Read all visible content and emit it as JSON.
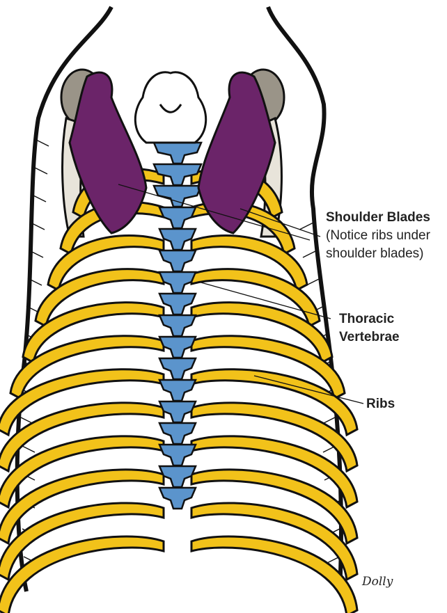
{
  "labels": {
    "shoulder_title": "Shoulder Blades",
    "shoulder_note_line1": "(Notice ribs under",
    "shoulder_note_line2": "shoulder blades)",
    "thoracic_line1": "Thoracic",
    "thoracic_line2": "Vertebrae",
    "ribs": "Ribs"
  },
  "colors": {
    "ribs": "#f2c21a",
    "spine": "#5b94cc",
    "shoulder_blades": "#6b2469",
    "skull_base": "#ffffff",
    "upper_arm_bones": "#9a9488",
    "outline": "#111111"
  },
  "signature": "Dolly"
}
